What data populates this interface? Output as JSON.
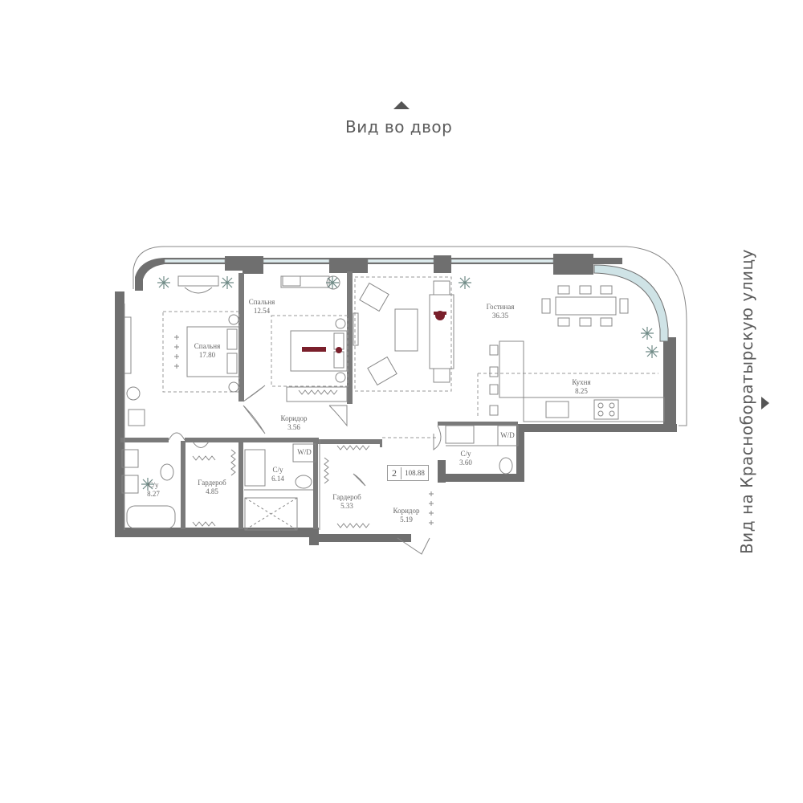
{
  "views": {
    "top": "Вид во двор",
    "right": "Вид на Красноборатырскую улицу"
  },
  "rooms": {
    "bedroom1": {
      "name": "Спальня",
      "area": "17.80"
    },
    "bedroom2": {
      "name": "Спальня",
      "area": "12.54"
    },
    "living": {
      "name": "Гостиная",
      "area": "36.35"
    },
    "kitchen": {
      "name": "Кухня",
      "area": "8.25"
    },
    "corridor1": {
      "name": "Коридор",
      "area": "3.56"
    },
    "corridor2": {
      "name": "Коридор",
      "area": "5.19"
    },
    "bath1": {
      "name": "С/у",
      "area": "8.27"
    },
    "bath2": {
      "name": "С/у",
      "area": "6.14"
    },
    "bath3": {
      "name": "С/у",
      "area": "3.60"
    },
    "wardrobe1": {
      "name": "Гардероб",
      "area": "4.85"
    },
    "wardrobe2": {
      "name": "Гардероб",
      "area": "5.33"
    }
  },
  "washer_labels": {
    "wd1": "W/D",
    "wd2": "W/D"
  },
  "apartment": {
    "rooms": "2",
    "area": "108.88"
  },
  "colors": {
    "wall": "#6a6a6a",
    "line": "#8a8a8a",
    "accent": "#7a1f2b",
    "plant": "#6f8a86",
    "glass": "#cfe3e6"
  }
}
